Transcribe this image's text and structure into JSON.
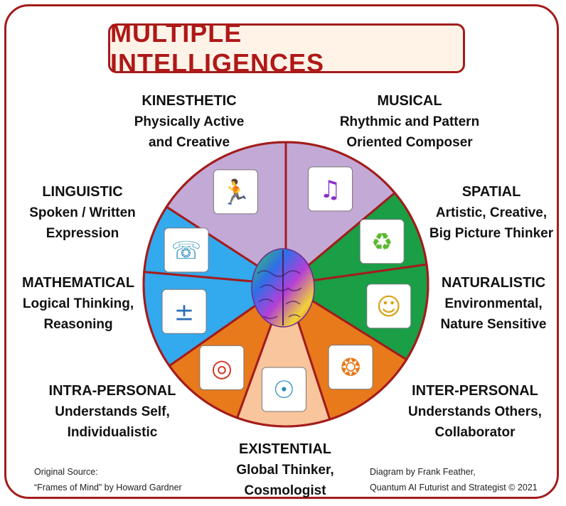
{
  "title": "MULTIPLE INTELLIGENCES",
  "colors": {
    "border": "#a31c1c",
    "title": "#b01818",
    "title_bg": "#fff3e8"
  },
  "intelligences": [
    {
      "name": "KINESTHETIC",
      "desc1": "Physically Active",
      "desc2": "and Creative",
      "icon": "running-person-icon",
      "color": "#c3a9d6"
    },
    {
      "name": "MUSICAL",
      "desc1": "Rhythmic and Pattern",
      "desc2": "Oriented  Composer",
      "icon": "music-note-icon",
      "color": "#c3a9d6"
    },
    {
      "name": "SPATIAL",
      "desc1": "Artistic, Creative,",
      "desc2": "Big Picture Thinker",
      "icon": "recycle-arrows-icon",
      "color": "#1a9e46"
    },
    {
      "name": "NATURALISTIC",
      "desc1": "Environmental,",
      "desc2": "Nature Sensitive",
      "icon": "nature-person-icon",
      "color": "#1a9e46"
    },
    {
      "name": "INTER-PERSONAL",
      "desc1": "Understands Others,",
      "desc2": "Collaborator",
      "icon": "people-network-icon",
      "color": "#e87a1c"
    },
    {
      "name": "EXISTENTIAL",
      "desc1": "Global Thinker,",
      "desc2": "Cosmologist",
      "icon": "globe-lightbulb-icon",
      "color": "#f9c59c"
    },
    {
      "name": "INTRA-PERSONAL",
      "desc1": "Understands Self,",
      "desc2": "Individualistic",
      "icon": "self-target-icon",
      "color": "#e87a1c"
    },
    {
      "name": "MATHEMATICAL",
      "desc1": "Logical Thinking,",
      "desc2": "Reasoning",
      "icon": "calculator-icon",
      "color": "#33a9ee"
    },
    {
      "name": "LINGUISTIC",
      "desc1": "Spoken / Written",
      "desc2": "Expression",
      "icon": "speaker-headset-icon",
      "color": "#33a9ee"
    }
  ],
  "source_left": {
    "line1": "Original Source:",
    "line2": "“Frames of Mind” by Howard Gardner"
  },
  "source_right": {
    "line1": "Diagram by Frank Feather,",
    "line2": "Quantum AI Futurist and Strategist © 2021"
  }
}
